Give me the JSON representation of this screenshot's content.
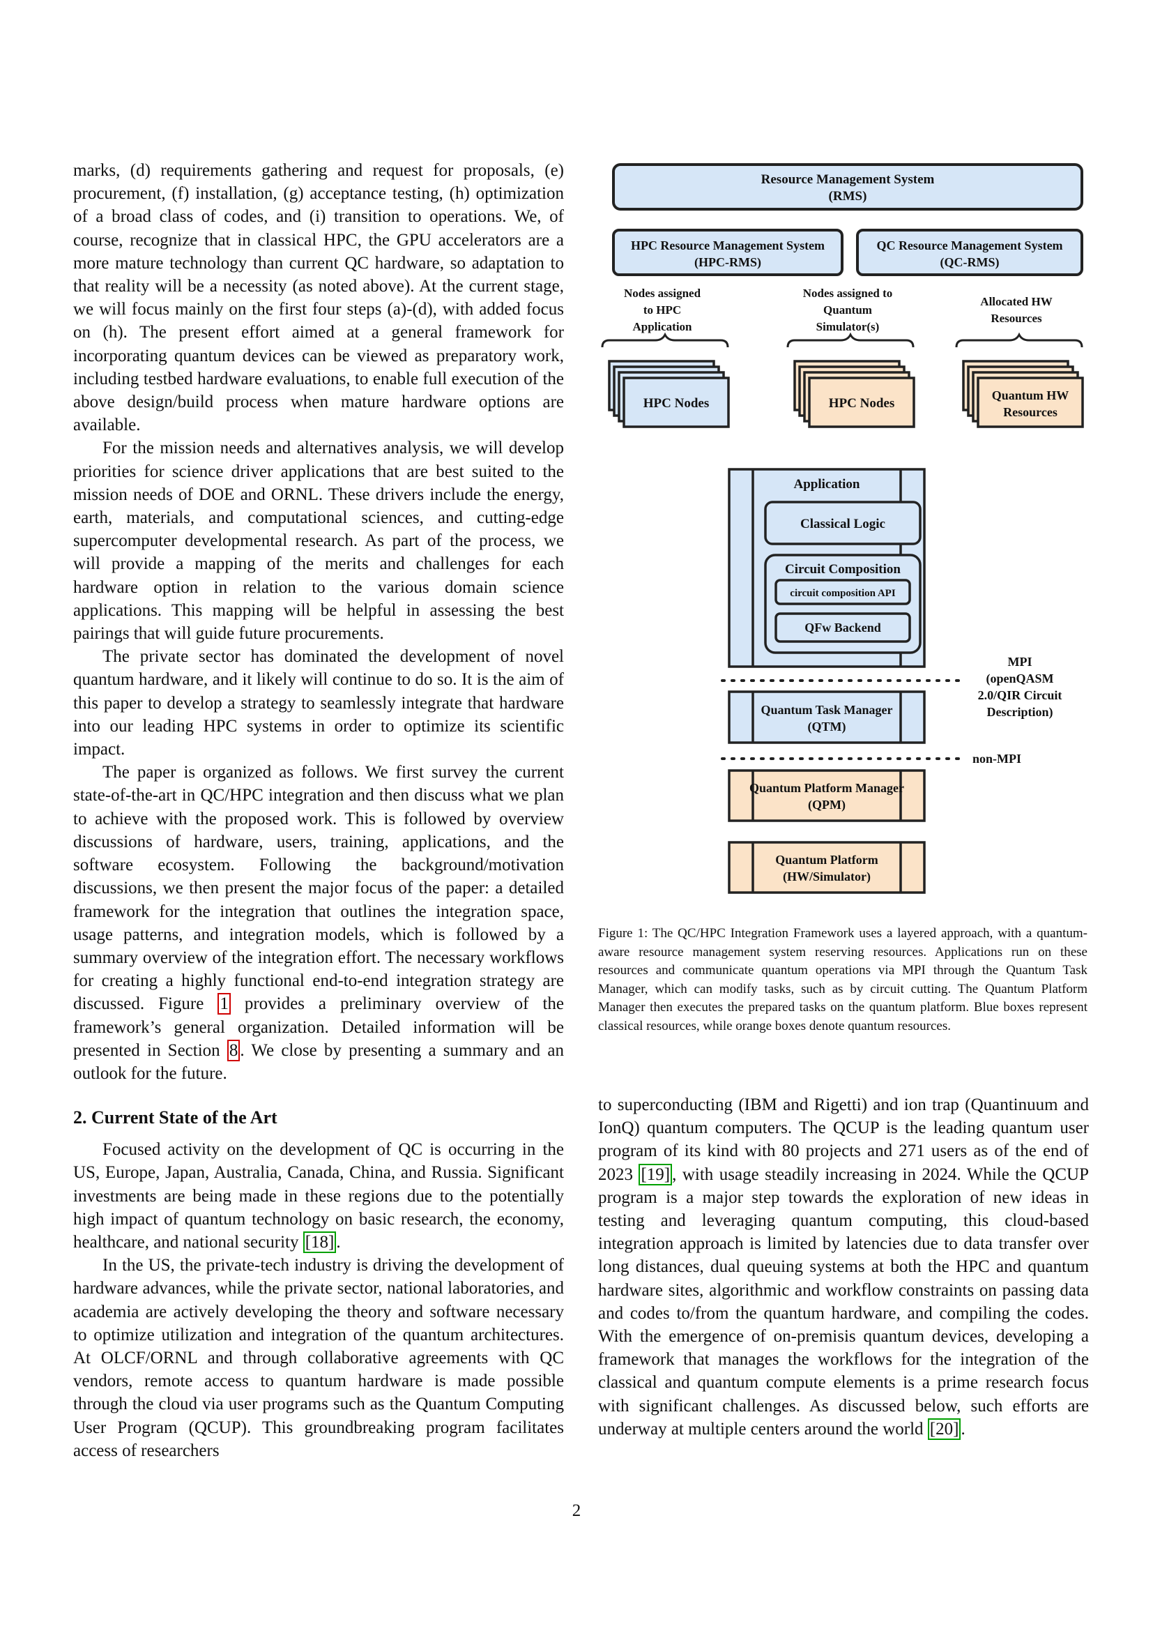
{
  "left_column": {
    "para1": "marks, (d) requirements gathering and request for proposals, (e) procurement, (f) installation, (g) acceptance testing, (h) optimization of a broad class of codes, and (i) transition to operations. We, of course, recognize that in classical HPC, the GPU accelerators are a more mature technology than current QC hardware, so adaptation to that reality will be a necessity (as noted above). At the current stage, we will focus mainly on the first four steps (a)-(d), with added focus on (h). The present effort aimed at a general framework for incorporating quantum devices can be viewed as preparatory work, including testbed hardware evaluations, to enable full execution of the above design/build process when mature hardware options are available.",
    "para2": "For the mission needs and alternatives analysis, we will develop priorities for science driver applications that are best suited to the mission needs of DOE and ORNL. These drivers include the energy, earth, materials, and computational sciences, and cutting-edge supercomputer developmental research. As part of the process, we will provide a mapping of the merits and challenges for each hardware option in relation to the various domain science applications. This mapping will be helpful in assessing the best pairings that will guide future procurements.",
    "para3": "The private sector has dominated the development of novel quantum hardware, and it likely will continue to do so. It is the aim of this paper to develop a strategy to seamlessly integrate that hardware into our leading HPC systems in order to optimize its scientific impact.",
    "para4_a": "The paper is organized as follows. We first survey the current state-of-the-art in QC/HPC integration and then discuss what we plan to achieve with the proposed work. This is followed by overview discussions of hardware, users, training, applications, and the software ecosystem. Following the background/motivation discussions, we then present the major focus of the paper: a detailed framework for the integration that outlines the integration space, usage patterns, and integration models, which is followed by a summary overview of the integration effort. The necessary workflows for creating a highly functional end-to-end integration strategy are discussed. Figure ",
    "para4_ref1": "1",
    "para4_b": " provides a preliminary overview of the framework’s general organization. Detailed information will be presented in Section ",
    "para4_ref2": "8",
    "para4_c": ". We close by presenting a summary and an outlook for the future.",
    "section_heading": "2.  Current State of the Art",
    "para5_a": "Focused activity on the development of QC is occurring in the US, Europe, Japan, Australia, Canada, China, and Russia. Significant investments are being made in these regions due to the potentially high impact of quantum technology on basic research, the economy, healthcare, and national security ",
    "para5_ref": "[18]",
    "para5_b": ".",
    "para6": "In the US, the private-tech industry is driving the development of hardware advances, while the private sector, national laboratories, and academia are actively developing the theory and software necessary to optimize utilization and integration of the quantum architectures. At OLCF/ORNL and through collaborative agreements with QC vendors, remote access to quantum hardware is made possible through the cloud via user programs such as the Quantum Computing User Program (QCUP). This groundbreaking program facilitates access of researchers"
  },
  "right_column": {
    "para1_a": "to superconducting (IBM and Rigetti) and ion trap (Quantinuum and IonQ) quantum computers. The QCUP is the leading quantum user program of its kind with 80 projects and 271 users as of the end of 2023 ",
    "para1_ref1": "[19]",
    "para1_b": ", with usage steadily increasing in 2024. While the QCUP program is a major step towards the exploration of new ideas in testing and leveraging quantum computing, this cloud-based integration approach is limited by latencies due to data transfer over long distances, dual queuing systems at both the HPC and quantum hardware sites, algorithmic and workflow constraints on passing data and codes to/from the quantum hardware, and compiling the codes. With the emergence of on-premisis quantum devices, developing a framework that manages the workflows for the integration of the classical and quantum compute elements is a prime research focus with significant challenges. As discussed below, such efforts are underway at multiple centers around the world ",
    "para1_ref2": "[20]",
    "para1_c": "."
  },
  "figure": {
    "rms_line1": "Resource Management System",
    "rms_line2": "(RMS)",
    "hpc_rms_line1": "HPC Resource Management System",
    "hpc_rms_line2": "(HPC-RMS)",
    "qc_rms_line1": "QC Resource Management System",
    "qc_rms_line2": "(QC-RMS)",
    "nodes_hpc_1": "Nodes assigned",
    "nodes_hpc_2": "to HPC",
    "nodes_hpc_3": "Application",
    "nodes_q_1": "Nodes assigned to",
    "nodes_q_2": "Quantum",
    "nodes_q_3": "Simulator(s)",
    "alloc_1": "Allocated HW",
    "alloc_2": "Resources",
    "hpc_nodes_1": "HPC Nodes",
    "hpc_nodes_2": "HPC Nodes",
    "qhw_1": "Quantum HW",
    "qhw_2": "Resources",
    "application": "Application",
    "classical_logic": "Classical Logic",
    "circuit_composition": "Circuit Composition",
    "circuit_api": "circuit composition API",
    "qfw_backend": "QFw Backend",
    "mpi_1": "MPI",
    "mpi_2": "(openQASM",
    "mpi_3": "2.0/QIR Circuit",
    "mpi_4": "Description)",
    "qtm_1": "Quantum Task Manager",
    "qtm_2": "(QTM)",
    "non_mpi": "non-MPI",
    "qpm_1": "Quantum Platform Manager",
    "qpm_2": "(QPM)",
    "qp_1": "Quantum Platform",
    "qp_2": "(HW/Simulator)",
    "color_blue": "#d6e6f7",
    "color_orange": "#fbe3c8"
  },
  "caption": "Figure 1: The QC/HPC Integration Framework uses a layered approach, with a quantum-aware resource management system reserving resources. Applications run on these resources and communicate quantum operations via MPI through the Quantum Task Manager, which can modify tasks, such as by circuit cutting. The Quantum Platform Manager then executes the prepared tasks on the quantum platform. Blue boxes represent classical resources, while orange boxes denote quantum resources.",
  "page_number": "2"
}
